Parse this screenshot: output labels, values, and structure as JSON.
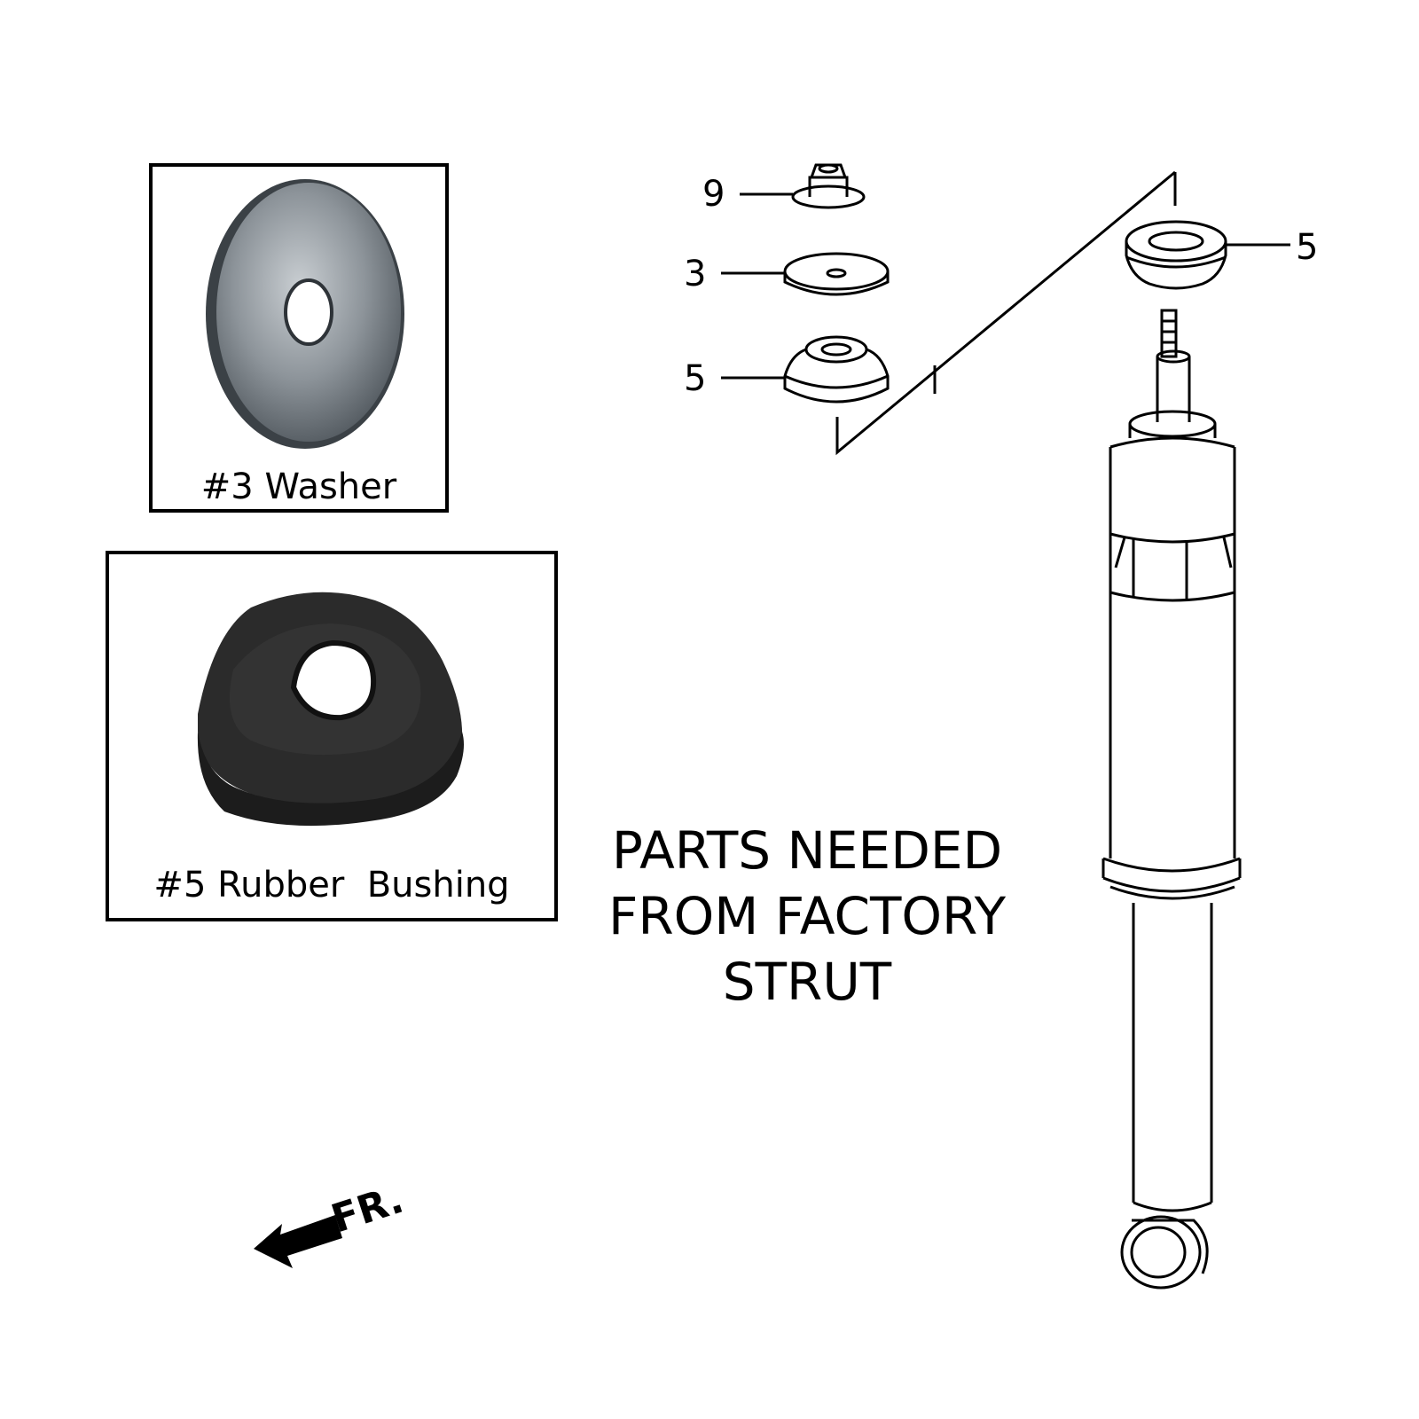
{
  "callouts": {
    "nut": "9",
    "washer": "3",
    "lower_bushing": "5",
    "upper_bushing": "5"
  },
  "insets": {
    "washer_caption": "#3 Washer",
    "bushing_caption": "#5 Rubber  Bushing"
  },
  "heading": {
    "line1": "PARTS NEEDED",
    "line2": "FROM FACTORY",
    "line3": "STRUT"
  },
  "direction_marker": {
    "label": "FR.",
    "icon": "front-direction-arrow-icon"
  },
  "colors": {
    "line": "#000000",
    "washer_metal": "#8a9198",
    "rubber": "#1e1e1e"
  }
}
